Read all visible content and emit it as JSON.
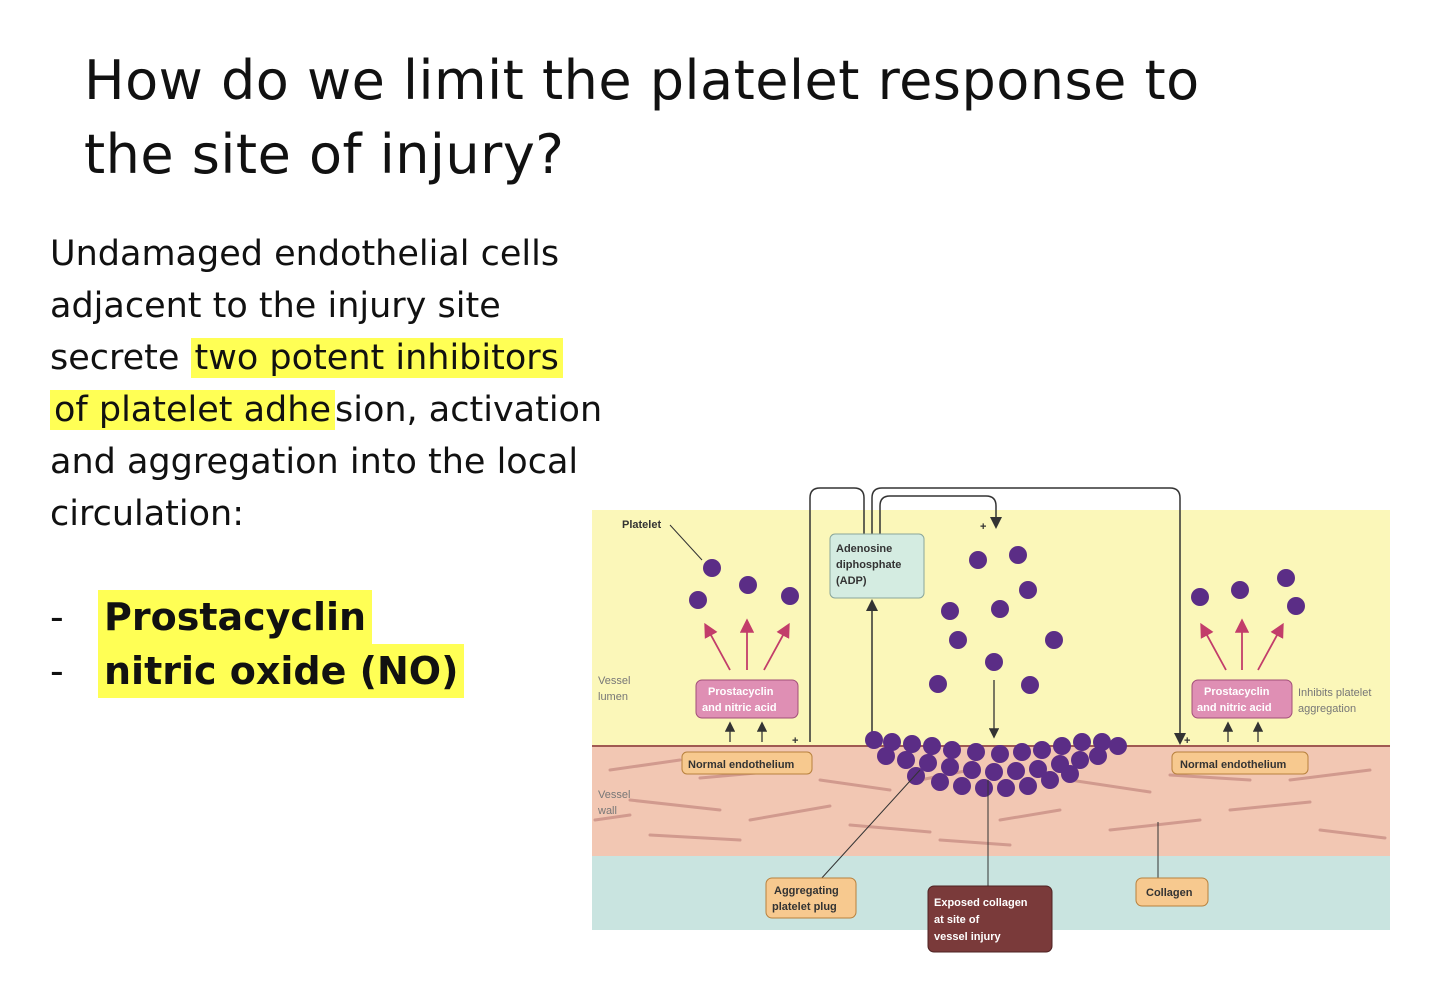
{
  "slide": {
    "title_line1": "How do we limit the platelet response to",
    "title_line2": "the site of injury?",
    "body": {
      "line1": "Undamaged endothelial cells",
      "line2": "adjacent to the injury site",
      "line3_pre": "secrete ",
      "line3_hl": "two potent inhibitors",
      "line4_hl": "of platelet adhe",
      "line4_post": "sion, activation",
      "line5": "and aggregation into the local",
      "line6": "circulation:"
    },
    "list": [
      {
        "dash": "-",
        "label": "Prostacyclin"
      },
      {
        "dash": "-",
        "label": "nitric oxide (NO)"
      }
    ],
    "highlight_color": "#ffff55"
  },
  "diagram": {
    "labels": {
      "platelet": "Platelet",
      "adp_1": "Adenosine",
      "adp_2": "diphosphate",
      "adp_3": "(ADP)",
      "lumen_1": "Vessel",
      "lumen_2": "lumen",
      "wall_1": "Vessel",
      "wall_2": "wall",
      "pgi_left_1": "Prostacyclin",
      "pgi_left_2": "and nitric acid",
      "pgi_right_1": "Prostacyclin",
      "pgi_right_2": "and nitric acid",
      "inhibits_1": "Inhibits platelet",
      "inhibits_2": "aggregation",
      "endo_left": "Normal endothelium",
      "endo_right": "Normal endothelium",
      "plug_1": "Aggregating",
      "plug_2": "platelet plug",
      "collagen_exp_1": "Exposed collagen",
      "collagen_exp_2": "at site of",
      "collagen_exp_3": "vessel injury",
      "collagen": "Collagen",
      "plus_top": "+",
      "plus_left": "+",
      "plus_right": "+"
    },
    "colors": {
      "lumen": "#fbf7b9",
      "wall": "#f2c7b3",
      "tissue": "#c9e4e0",
      "platelet": "#5b2d86",
      "arrow_pink": "#c23d6a",
      "box_pink": "#df8fb4",
      "box_orange": "#f7c98f",
      "box_green": "#d4ece1",
      "box_maroon": "#7a3a3a"
    }
  }
}
